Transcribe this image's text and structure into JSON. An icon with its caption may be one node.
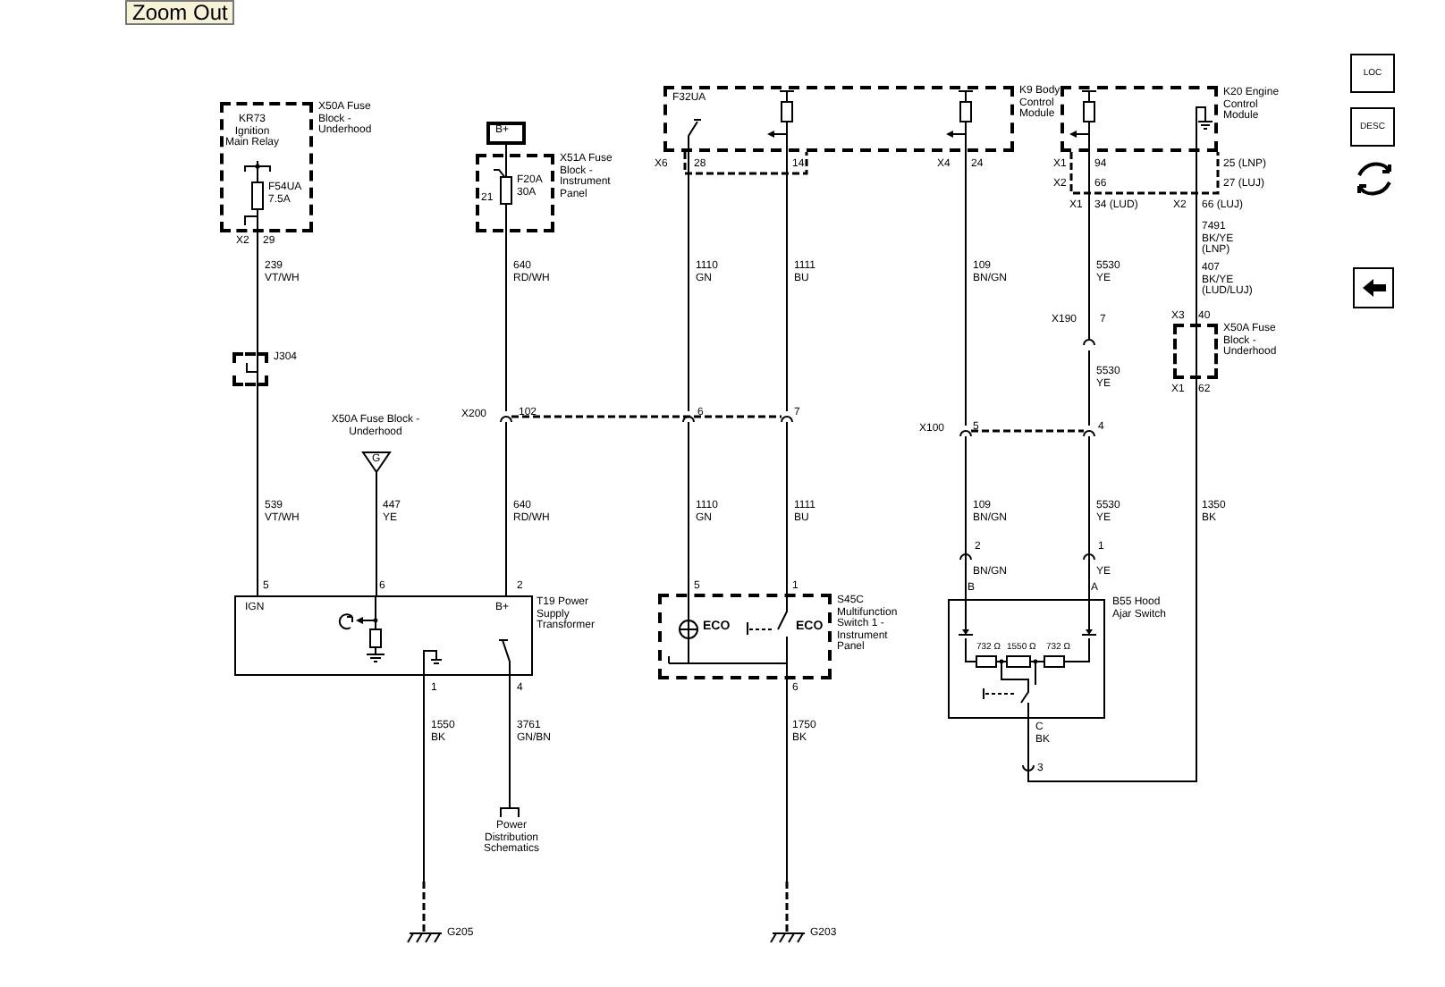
{
  "diagram": {
    "nodes": [
      {
        "text": [
          "X50A Fuse Block - Underhood"
        ]
      },
      {
        "text": [
          "KR73 Ignition Main Relay"
        ],
        "in": 0
      },
      {
        "text": [
          "F54UA 7.5A"
        ],
        "in": 0
      },
      {
        "text": [
          "J304"
        ]
      },
      {
        "text": [
          "B+"
        ]
      },
      {
        "text": [
          "X51A Fuse Block - Instrument Panel"
        ]
      },
      {
        "text": [
          "F20A 30A"
        ],
        "in": 5
      },
      {
        "text": [
          "X200"
        ]
      },
      {
        "text": [
          "X50A Fuse Block - Underhood",
          "G"
        ]
      },
      {
        "text": [
          "IGN",
          "B+",
          "T19 Power Supply Transformer"
        ]
      },
      {
        "text": [
          "F32UA",
          "K9 Body Control Module"
        ]
      },
      {
        "text": [
          "ECO",
          "ECO",
          "S45C Multifunction Switch 1 - Instrument Panel"
        ]
      },
      {
        "text": [
          "K20 Engine Control Module"
        ]
      },
      {
        "text": [
          "X190"
        ]
      },
      {
        "text": [
          "X50A Fuse Block - Underhood"
        ]
      },
      {
        "text": [
          "X100"
        ]
      },
      {
        "text": [
          "B55 Hood Ajar Switch",
          "732 Ω",
          "1550 Ω",
          "732 Ω"
        ]
      },
      {
        "text": [
          "Power Distribution Schematics"
        ]
      },
      {
        "text": [
          "G205"
        ]
      },
      {
        "text": [
          "G203"
        ]
      },
      {
        "text": [
          "LOC"
        ]
      },
      {
        "text": [
          "DESC"
        ]
      }
    ],
    "edges": [
      {
        "from": 0,
        "to": 3,
        "arrow": "none",
        "label": "239 VT/WH"
      },
      {
        "from": 3,
        "to": 9,
        "arrow": "none",
        "label": "539 VT/WH"
      },
      {
        "from": 8,
        "to": 9,
        "arrow": "none",
        "label": "447 YE"
      },
      {
        "from": 4,
        "to": 5,
        "arrow": "none"
      },
      {
        "from": 5,
        "to": 7,
        "arrow": "none",
        "label": "640 RD/WH"
      },
      {
        "from": 7,
        "to": 9,
        "arrow": "none",
        "label": "640 RD/WH"
      },
      {
        "from": 10,
        "to": 7,
        "arrow": "none",
        "label": "1110 GN"
      },
      {
        "from": 10,
        "to": 7,
        "arrow": "none",
        "label": "1111 BU"
      },
      {
        "from": 7,
        "to": 11,
        "arrow": "none",
        "label": "1110 GN"
      },
      {
        "from": 7,
        "to": 11,
        "arrow": "none",
        "label": "1111 BU"
      },
      {
        "from": 11,
        "to": 19,
        "arrow": "none",
        "label": "1750 BK"
      },
      {
        "from": 9,
        "to": 18,
        "arrow": "none",
        "label": "1550 BK"
      },
      {
        "from": 9,
        "to": 17,
        "arrow": "none",
        "label": "3761 GN/BN"
      },
      {
        "from": 10,
        "to": 15,
        "arrow": "none",
        "label": "109 BN/GN"
      },
      {
        "from": 15,
        "to": 16,
        "arrow": "none",
        "label": "109 BN/GN"
      },
      {
        "from": 12,
        "to": 13,
        "arrow": "none",
        "label": "5530 YE"
      },
      {
        "from": 13,
        "to": 15,
        "arrow": "none",
        "label": "5530 YE"
      },
      {
        "from": 15,
        "to": 16,
        "arrow": "none",
        "label": "5530 YE"
      },
      {
        "from": 12,
        "to": 14,
        "arrow": "none",
        "label": "7491 BK/YE (LNP)"
      },
      {
        "from": 14,
        "to": 16,
        "arrow": "none",
        "label": "1350 BK"
      }
    ],
    "labels": [
      "Zoom Out",
      "X2",
      "29",
      "21",
      "X6",
      "28",
      "14",
      "X4",
      "24",
      "X1",
      "94",
      "25 (LNP)",
      "X2",
      "66",
      "27 (LUJ)",
      "X1",
      "34 (LUD)",
      "X2",
      "66 (LUJ)",
      "407 BK/YE (LUD/LUJ)",
      "7",
      "X3",
      "40",
      "X1",
      "62",
      "102",
      "6",
      "7",
      "5",
      "4",
      "2",
      "1",
      "BN/GN",
      "YE",
      "5",
      "6",
      "2",
      "5",
      "1",
      "B",
      "A",
      "1",
      "4",
      "6",
      "C",
      "BK",
      "3"
    ]
  }
}
